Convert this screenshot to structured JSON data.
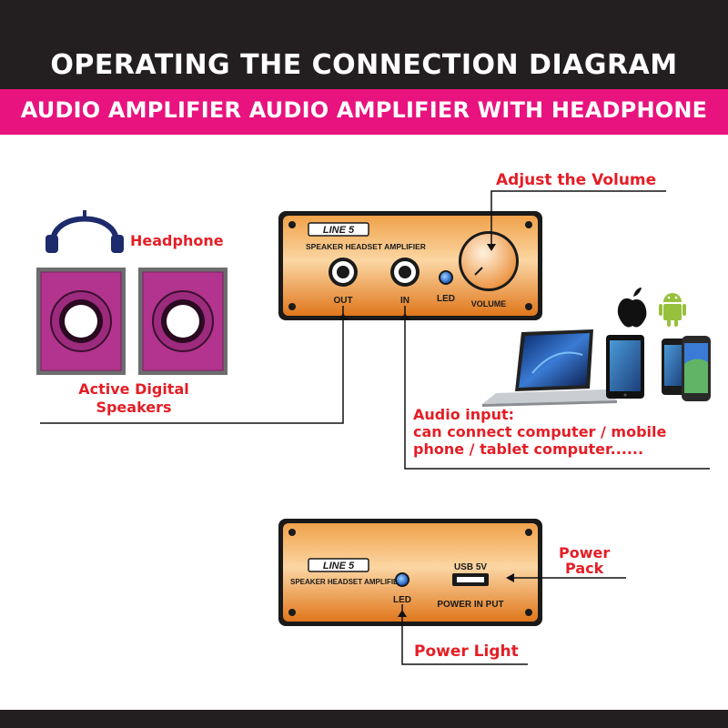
{
  "header": {
    "title": "OPERATING THE CONNECTION DIAGRAM",
    "subtitle": "AUDIO AMPLIFIER AUDIO AMPLIFIER WITH HEADPHONE"
  },
  "labels": {
    "headphone": "Headphone",
    "speakers": [
      "Active Digital",
      "Speakers"
    ],
    "adjust_volume": "Adjust the Volume",
    "audio_input": [
      "Audio input:",
      "can connect computer / mobile",
      "phone / tablet computer......"
    ],
    "power_pack": [
      "Power",
      "Pack"
    ],
    "power_light": "Power Light"
  },
  "front_panel": {
    "logo": "LINE 5",
    "model_text": "SPEAKER HEADSET AMPLIFIER",
    "out_label": "OUT",
    "in_label": "IN",
    "led_label": "LED",
    "volume_label": "VOLUME"
  },
  "back_panel": {
    "logo": "LINE 5",
    "model_text": "SPEAKER HEADSET AMPLIFIER",
    "led_label": "LED",
    "usb_label": "USB 5V",
    "power_input_label": "POWER IN PUT"
  },
  "icons": {
    "headphone": "headphone-icon",
    "speaker": "speaker-icon",
    "laptop": "laptop-icon",
    "tablet": "tablet-icon",
    "phone": "phone-icon",
    "apple": "apple-logo-icon",
    "android": "android-logo-icon"
  },
  "colors": {
    "header_bg": "#231f20",
    "accent_pink": "#e8137e",
    "label_red": "#e41e26",
    "panel_orange": "#f39a3a",
    "speaker_magenta": "#b2348f",
    "led_blue": "#1e6fd9"
  }
}
